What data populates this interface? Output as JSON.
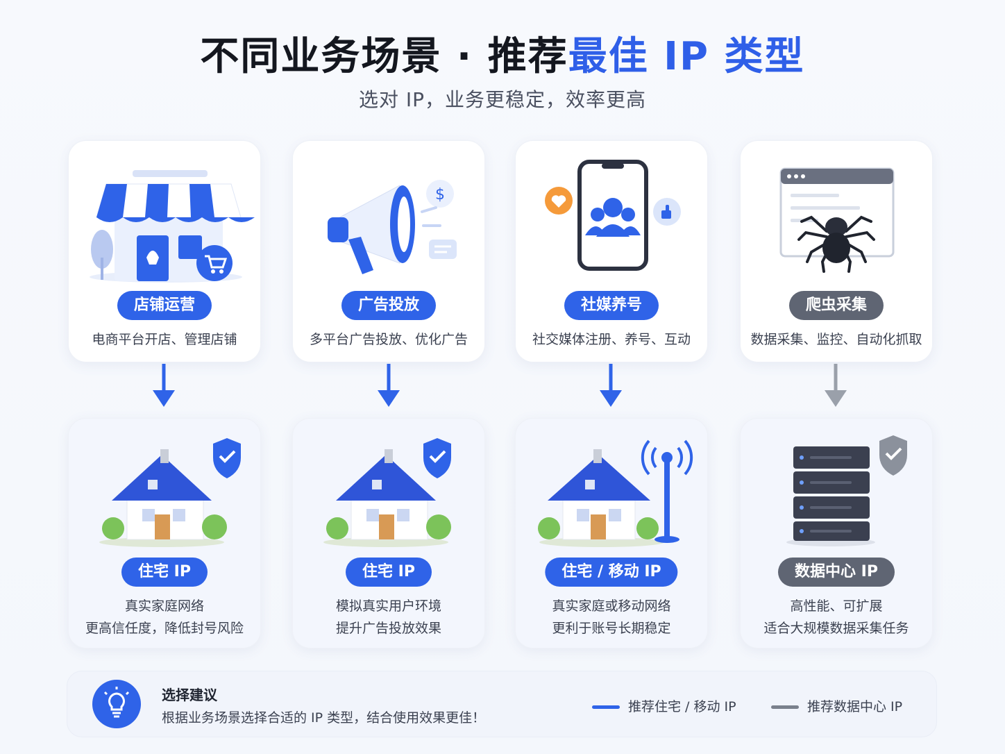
{
  "header": {
    "title_main": "不同业务场景 · 推荐",
    "title_highlight": "最佳 IP 类型",
    "subtitle": "选对 IP，业务更稳定，效率更高"
  },
  "scenarios": [
    {
      "label": "店铺运营",
      "desc": "电商平台开店、管理店铺",
      "icon": "storefront-icon"
    },
    {
      "label": "广告投放",
      "desc": "多平台广告投放、优化广告",
      "icon": "megaphone-icon"
    },
    {
      "label": "社媒养号",
      "desc": "社交媒体注册、养号、互动",
      "icon": "phone-social-icon"
    },
    {
      "label": "爬虫采集",
      "desc": "数据采集、监控、自动化抓取",
      "icon": "spider-browser-icon"
    }
  ],
  "ip_types": [
    {
      "label": "住宅 IP",
      "line1": "真实家庭网络",
      "line2": "更高信任度，降低封号风险",
      "icon": "house-shield-icon"
    },
    {
      "label": "住宅 IP",
      "line1": "模拟真实用户环境",
      "line2": "提升广告投放效果",
      "icon": "house-shield-icon"
    },
    {
      "label": "住宅 / 移动 IP",
      "line1": "真实家庭或移动网络",
      "line2": "更利于账号长期稳定",
      "icon": "house-antenna-icon"
    },
    {
      "label": "数据中心 IP",
      "line1": "高性能、可扩展",
      "line2": "适合大规模数据采集任务",
      "icon": "server-shield-icon"
    }
  ],
  "tip": {
    "title": "选择建议",
    "text": "根据业务场景选择合适的 IP 类型，结合使用效果更佳！",
    "icon": "lightbulb-icon"
  },
  "legend": [
    {
      "label": "推荐住宅 / 移动 IP",
      "color": "#2f63e8"
    },
    {
      "label": "推荐数据中心 IP",
      "color": "#7a808c"
    }
  ],
  "colors": {
    "accent": "#2f63e8",
    "gray": "#5f6573",
    "arrow_gray": "#9aa0aa"
  }
}
